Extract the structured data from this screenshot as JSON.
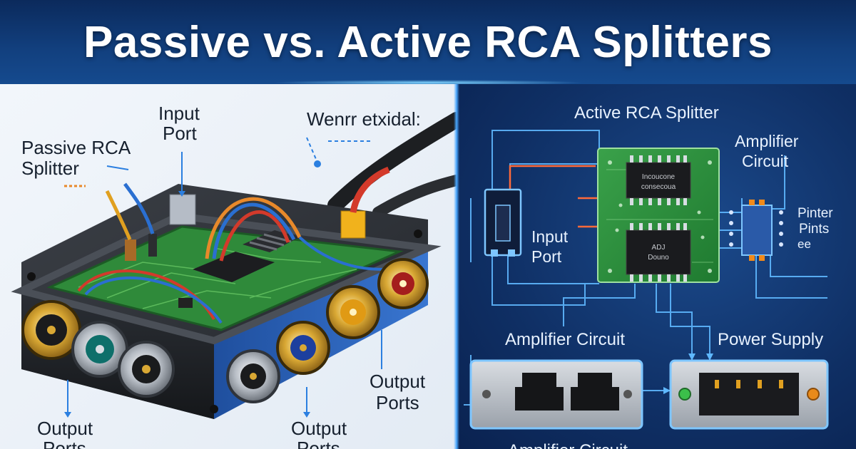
{
  "title": "Passive vs. Active RCA Splitters",
  "left": {
    "label_splitter_line1": "Passive RCA",
    "label_splitter_line2": "Splitter",
    "label_input_line1": "Input",
    "label_input_line2": "Port",
    "label_wire": "Wenrr etxidal:",
    "label_output_center_line1": "Output",
    "label_output_center_line2": "Ports",
    "label_output_left_line1": "Output",
    "label_output_left_line2": "Ports",
    "label_output_mid_line1": "Output",
    "label_output_mid_line2": "Ports"
  },
  "right": {
    "title": "Active RCA Splitter",
    "label_amp_top_line1": "Amplifier",
    "label_amp_top_line2": "Circuit",
    "label_input_line1": "Input",
    "label_input_line2": "Port",
    "chip_top_line1": "Incoucone",
    "chip_top_line2": "consecoua",
    "chip_bottom_line1": "ADJ",
    "chip_bottom_line2": "Douno",
    "label_pinter_line1": "Pinter",
    "label_pinter_line2": "Pints",
    "label_pinter_line3": "ee",
    "label_amp_bottom": "Amplifier Circuit",
    "label_power": "Power Supply",
    "label_amp_cut": "Amplifier Circuit"
  }
}
